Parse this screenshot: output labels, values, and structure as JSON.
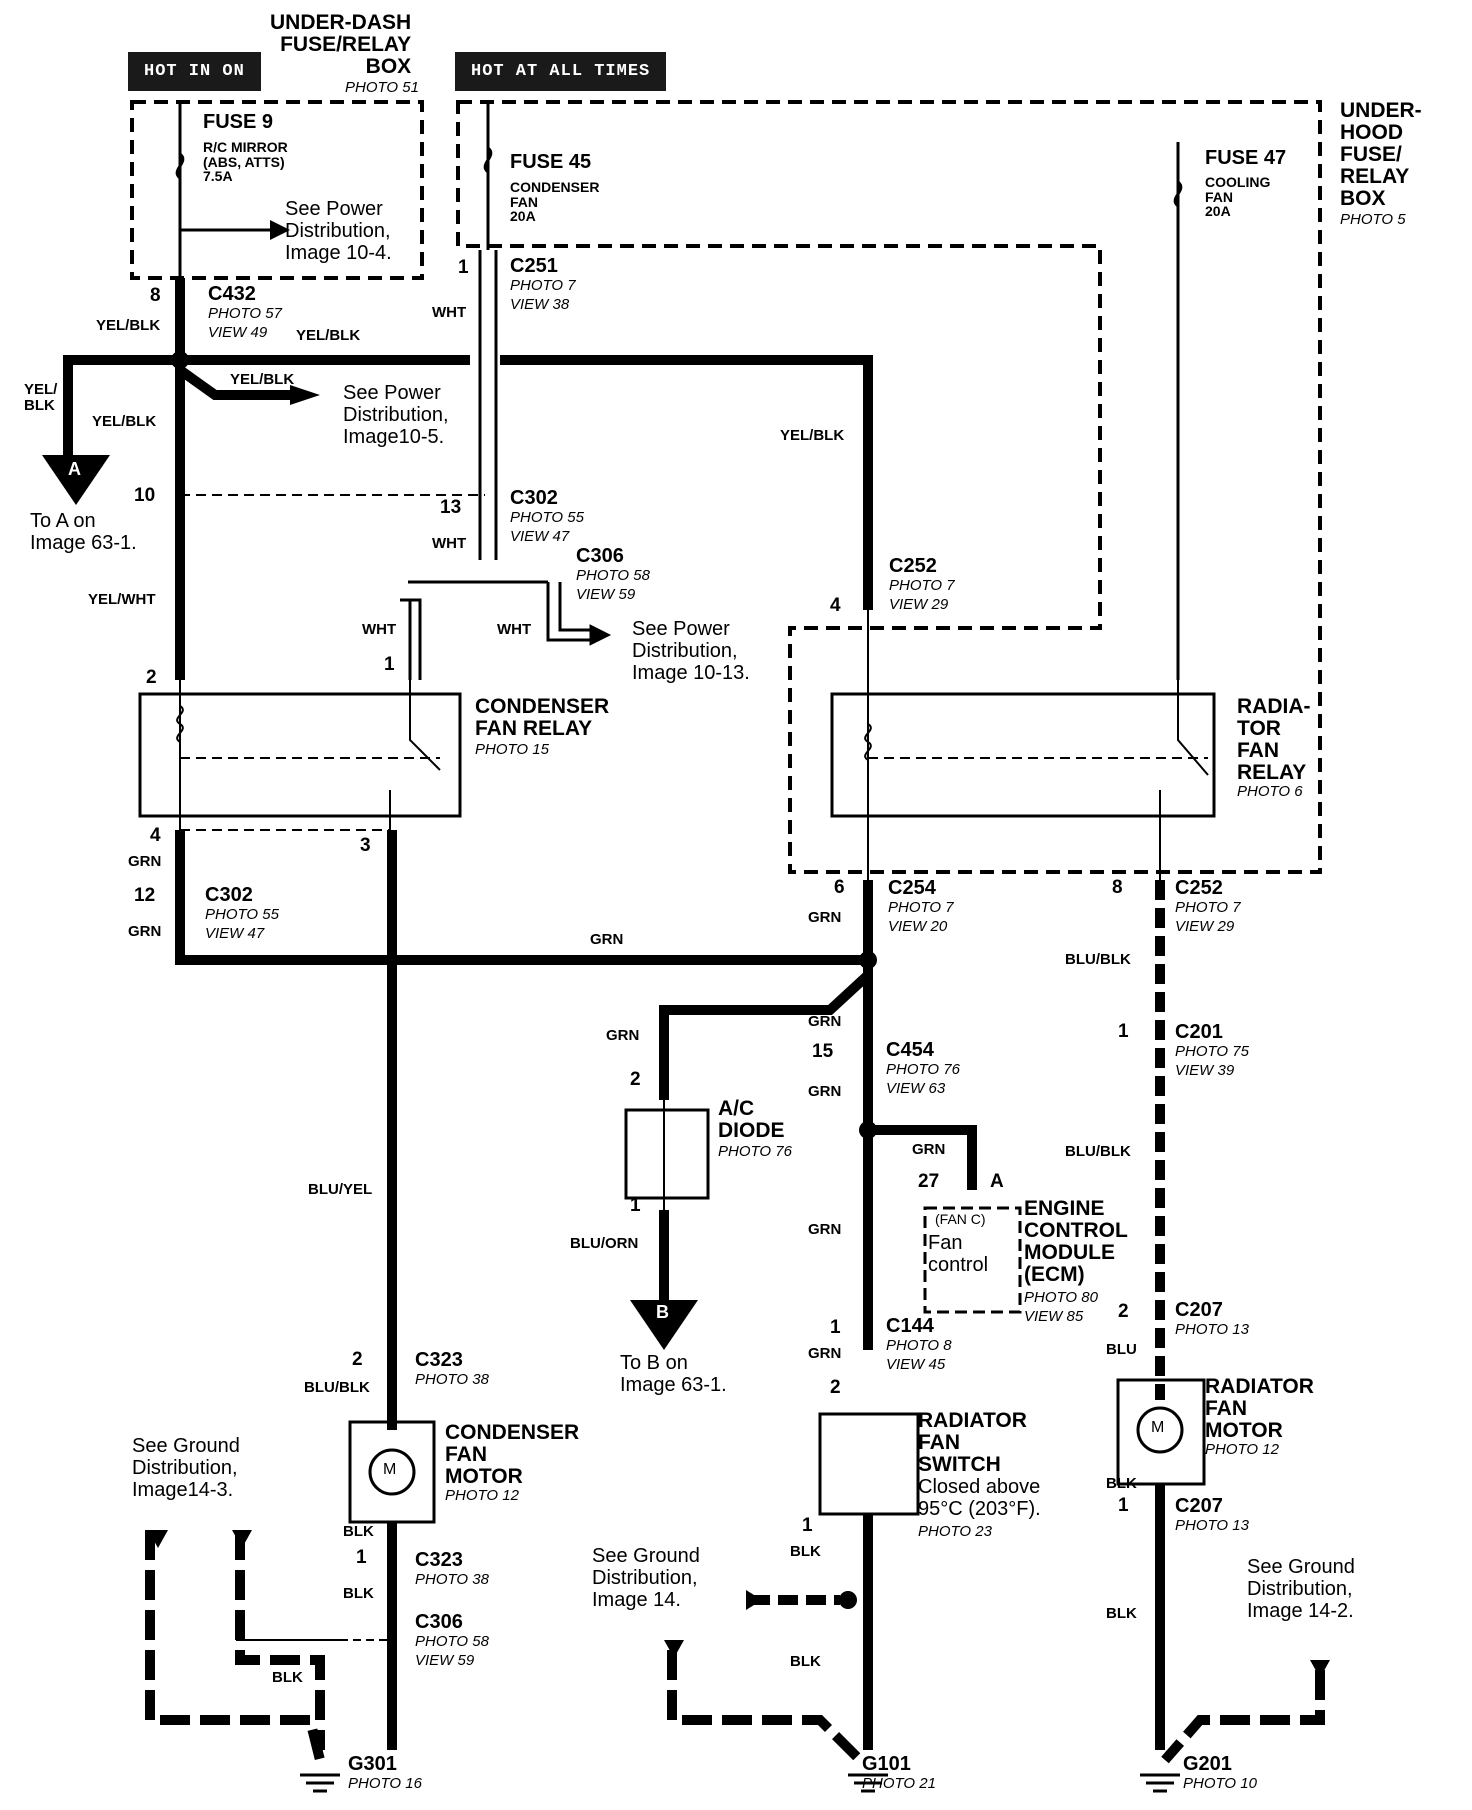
{
  "header": {
    "hot_in_on": "HOT IN ON",
    "hot_at_all_times": "HOT AT ALL TIMES"
  },
  "boxes": {
    "under_dash": {
      "title": "UNDER-DASH\nFUSE/RELAY\nBOX",
      "photo": "PHOTO 51"
    },
    "under_hood": {
      "title": "UNDER-\nHOOD\nFUSE/\nRELAY\nBOX",
      "photo": "PHOTO 5"
    }
  },
  "fuses": {
    "fuse9": {
      "name": "FUSE 9",
      "desc": "R/C MIRROR\n(ABS, ATTS)\n7.5A"
    },
    "fuse45": {
      "name": "FUSE 45",
      "desc": "CONDENSER\nFAN\n20A"
    },
    "fuse47": {
      "name": "FUSE 47",
      "desc": "COOLING\nFAN\n20A"
    }
  },
  "connectors": {
    "c432": {
      "name": "C432",
      "photo": "PHOTO 57",
      "view": "VIEW 49"
    },
    "c251": {
      "name": "C251",
      "photo": "PHOTO 7",
      "view": "VIEW 38"
    },
    "c302a": {
      "name": "C302",
      "photo": "PHOTO 55",
      "view": "VIEW 47"
    },
    "c306a": {
      "name": "C306",
      "photo": "PHOTO 58",
      "view": "VIEW 59"
    },
    "c252a": {
      "name": "C252",
      "photo": "PHOTO 7",
      "view": "VIEW 29"
    },
    "c302b": {
      "name": "C302",
      "photo": "PHOTO 55",
      "view": "VIEW 47"
    },
    "c254": {
      "name": "C254",
      "photo": "PHOTO 7",
      "view": "VIEW 20"
    },
    "c252b": {
      "name": "C252",
      "photo": "PHOTO 7",
      "view": "VIEW 29"
    },
    "c454": {
      "name": "C454",
      "photo": "PHOTO 76",
      "view": "VIEW 63"
    },
    "c201": {
      "name": "C201",
      "photo": "PHOTO 75",
      "view": "VIEW 39"
    },
    "c144": {
      "name": "C144",
      "photo": "PHOTO 8",
      "view": "VIEW 45"
    },
    "c207a": {
      "name": "C207",
      "photo": "PHOTO 13"
    },
    "c323a": {
      "name": "C323",
      "photo": "PHOTO 38"
    },
    "c323b": {
      "name": "C323",
      "photo": "PHOTO 38"
    },
    "c306b": {
      "name": "C306",
      "photo": "PHOTO 58",
      "view": "VIEW 59"
    },
    "c207b": {
      "name": "C207",
      "photo": "PHOTO 13"
    }
  },
  "components": {
    "condenser_relay": {
      "name": "CONDENSER\nFAN RELAY",
      "photo": "PHOTO 15"
    },
    "radiator_relay": {
      "name": "RADIA-\nTOR\nFAN\nRELAY",
      "photo": "PHOTO 6"
    },
    "ac_diode": {
      "name": "A/C\nDIODE",
      "photo": "PHOTO 76"
    },
    "ecm": {
      "name": "ENGINE\nCONTROL\nMODULE\n(ECM)",
      "photo": "PHOTO 80",
      "view": "VIEW 85",
      "inner_small": "(FAN C)",
      "inner": "Fan\ncontrol"
    },
    "condenser_motor": {
      "name": "CONDENSER\nFAN\nMOTOR",
      "photo": "PHOTO 12",
      "symbol": "M"
    },
    "radiator_switch": {
      "name": "RADIATOR\nFAN\nSWITCH",
      "desc": "Closed above\n95°C (203°F).",
      "photo": "PHOTO 23"
    },
    "radiator_motor": {
      "name": "RADIATOR\nFAN\nMOTOR",
      "photo": "PHOTO 12",
      "symbol": "M"
    }
  },
  "grounds": {
    "g301": {
      "name": "G301",
      "photo": "PHOTO 16"
    },
    "g101": {
      "name": "G101",
      "photo": "PHOTO 21"
    },
    "g201": {
      "name": "G201",
      "photo": "PHOTO 10"
    }
  },
  "wires": {
    "yel_blk": "YEL/BLK",
    "yel_blk_split": "YEL/\nBLK",
    "yel_wht": "YEL/WHT",
    "wht": "WHT",
    "grn": "GRN",
    "blu_yel": "BLU/YEL",
    "blu_blk": "BLU/BLK",
    "blu_orn": "BLU/ORN",
    "blk": "BLK",
    "blu": "BLU"
  },
  "pins": {
    "p8": "8",
    "p1": "1",
    "p10": "10",
    "p13": "13",
    "p4": "4",
    "p2": "2",
    "p3": "3",
    "p12": "12",
    "p6": "6",
    "p15": "15",
    "p27": "27",
    "pA": "A"
  },
  "notes": {
    "pd_10_4": "See Power\nDistribution,\nImage 10-4.",
    "pd_10_5": "See Power\nDistribution,\nImage10-5.",
    "pd_10_13": "See Power\nDistribution,\nImage 10-13.",
    "to_a": "To A on\nImage 63-1.",
    "to_b": "To B on\nImage 63-1.",
    "gd_14_3": "See Ground\nDistribution,\nImage14-3.",
    "gd_14": "See Ground\nDistribution,\nImage 14.",
    "gd_14_2": "See Ground\nDistribution,\nImage 14-2."
  },
  "arrow_letters": {
    "a": "A",
    "b": "B"
  }
}
